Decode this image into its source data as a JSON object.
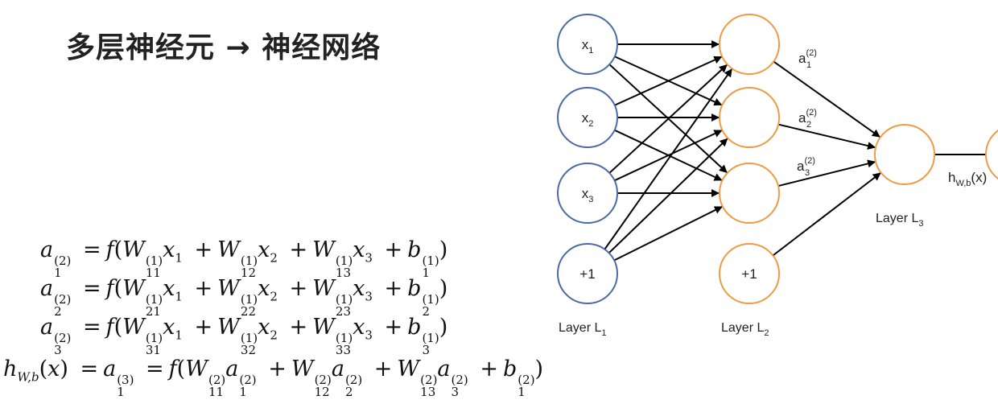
{
  "title": "多层神经元 → 神经网络",
  "diagram": {
    "input_nodes": [
      {
        "label": "x",
        "sub": "1"
      },
      {
        "label": "x",
        "sub": "2"
      },
      {
        "label": "x",
        "sub": "3"
      },
      {
        "label": "+1",
        "sub": ""
      }
    ],
    "hidden_nodes": [
      {
        "label": "",
        "sub": ""
      },
      {
        "label": "",
        "sub": ""
      },
      {
        "label": "",
        "sub": ""
      },
      {
        "label": "+1",
        "sub": ""
      }
    ],
    "activation_labels": [
      {
        "base": "a",
        "sup": "(2)",
        "sub": "1"
      },
      {
        "base": "a",
        "sup": "(2)",
        "sub": "2"
      },
      {
        "base": "a",
        "sup": "(2)",
        "sub": "3"
      }
    ],
    "output_label": {
      "base": "h",
      "sub": "W,b",
      "tail": "(x)"
    },
    "layer_labels": [
      {
        "base": "Layer L",
        "sub": "1"
      },
      {
        "base": "Layer L",
        "sub": "2"
      },
      {
        "base": "Layer L",
        "sub": "3"
      }
    ],
    "colors": {
      "input_stroke": "#4a6aa5",
      "hidden_stroke": "#ef9a45",
      "edge": "#000000"
    }
  },
  "equations": [
    "a1(2) = f(W11(1) x1 + W12(1) x2 + W13(1) x3 + b1(1))",
    "a2(2) = f(W21(1) x1 + W22(1) x2 + W23(1) x3 + b2(1))",
    "a3(2) = f(W31(1) x1 + W32(1) x2 + W33(1) x3 + b3(1))",
    "hW,b(x) = a1(3) = f(W11(2) a1(2) + W12(2) a2(2) + W13(2) a3(2) + b1(2))"
  ]
}
